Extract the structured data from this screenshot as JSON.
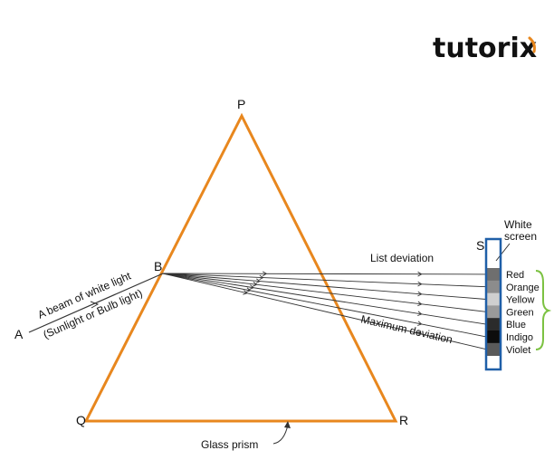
{
  "brand": {
    "name": "tutorix",
    "text_color": "#7a7a7a",
    "accent_color": "#e8871e"
  },
  "vertices": {
    "P": "P",
    "Q": "Q",
    "R": "R",
    "A": "A",
    "B": "B",
    "S": "S"
  },
  "labels": {
    "beam_line1": "A beam of white light",
    "beam_line2": "(Sunlight or Bulb light)",
    "least_deviation": "List deviation",
    "max_deviation": "Maximum deviation",
    "screen_line1": "White",
    "screen_line2": "screen",
    "prism": "Glass prism"
  },
  "spectrum": [
    {
      "name": "Red",
      "shade": "#6f6f6f"
    },
    {
      "name": "Orange",
      "shade": "#8c8c8c"
    },
    {
      "name": "Yellow",
      "shade": "#cfcfcf"
    },
    {
      "name": "Green",
      "shade": "#9a9a9a"
    },
    {
      "name": "Blue",
      "shade": "#2b2b2b"
    },
    {
      "name": "Indigo",
      "shade": "#0d0d0d"
    },
    {
      "name": "Violet",
      "shade": "#5a5a5a"
    }
  ],
  "colors": {
    "prism": "#e8871e",
    "screen_border": "#1f5fa8",
    "brace": "#7cc242",
    "ray": "#333333"
  }
}
